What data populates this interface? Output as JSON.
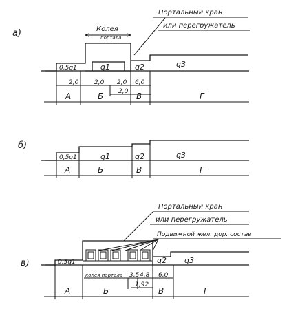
{
  "figure_a": {
    "panel_letter": "а)",
    "callout_line1": "Портальный кран",
    "callout_line2": "или перегружатель",
    "gauge_line1": "Колея",
    "gauge_line2": "портала",
    "zone_q0": "0,5q1",
    "zone_q1": "q1",
    "zone_q2": "q2",
    "zone_q3": "q3",
    "dim_1": "2,0",
    "dim_2": "2,0",
    "dim_3": "2,0",
    "dim_4": "2,0",
    "dim_5": "6,0",
    "zones": [
      "А",
      "Б",
      "В",
      "Г"
    ]
  },
  "figure_b": {
    "panel_letter": "б)",
    "zone_q0": "0,5q1",
    "zone_q1": "q1",
    "zone_q2": "q2",
    "zone_q3": "q3",
    "zones": [
      "А",
      "Б",
      "В",
      "Г"
    ]
  },
  "figure_c": {
    "panel_letter": "в)",
    "callout_line1": "Портальный кран",
    "callout_line2": "или перегружатель",
    "rolling_stock": "Подвижной жел. дор. состав",
    "zone_q0": "0,5q1",
    "zone_q2": "q2",
    "zone_q3": "q3",
    "gauge_label": "колея портала",
    "dim_1": "3,5",
    "dim_2": "4,8",
    "dim_3": "1,92",
    "dim_4": "6,0",
    "zones": [
      "А",
      "Б",
      "В",
      "Г"
    ]
  }
}
